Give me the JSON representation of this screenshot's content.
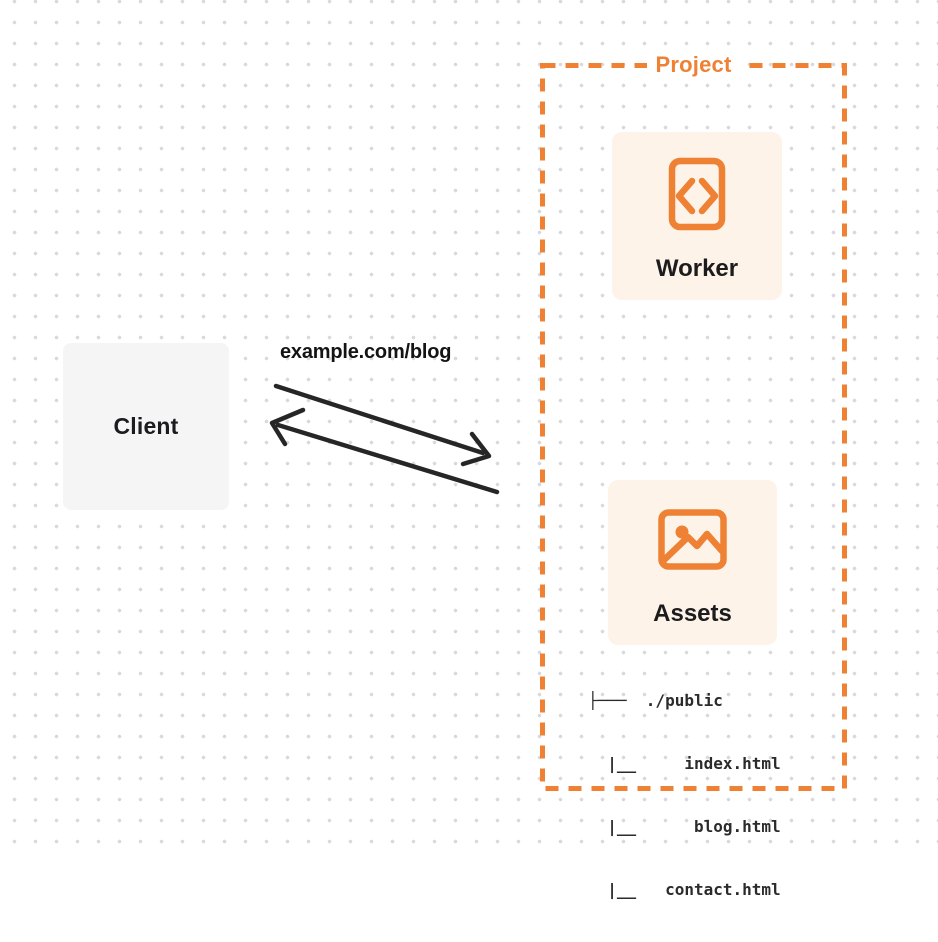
{
  "colors": {
    "accent": "#ee8133",
    "node_fill": "#fdf3e8",
    "client_fill": "#f5f5f6",
    "arrow": "#262626",
    "dot": "#dadade",
    "text_dark": "#1c1c1e",
    "tree_text": "#2b2b2b"
  },
  "client": {
    "label": "Client"
  },
  "request": {
    "label": "example.com/blog"
  },
  "project": {
    "title": "Project",
    "nodes": [
      {
        "label": "Worker",
        "icon": "code-document-icon"
      },
      {
        "label": "Assets",
        "icon": "image-icon"
      }
    ],
    "file_tree": [
      "├───  ./public",
      "  |__     index.html",
      "  |__      blog.html",
      "  |__   contact.html"
    ]
  }
}
